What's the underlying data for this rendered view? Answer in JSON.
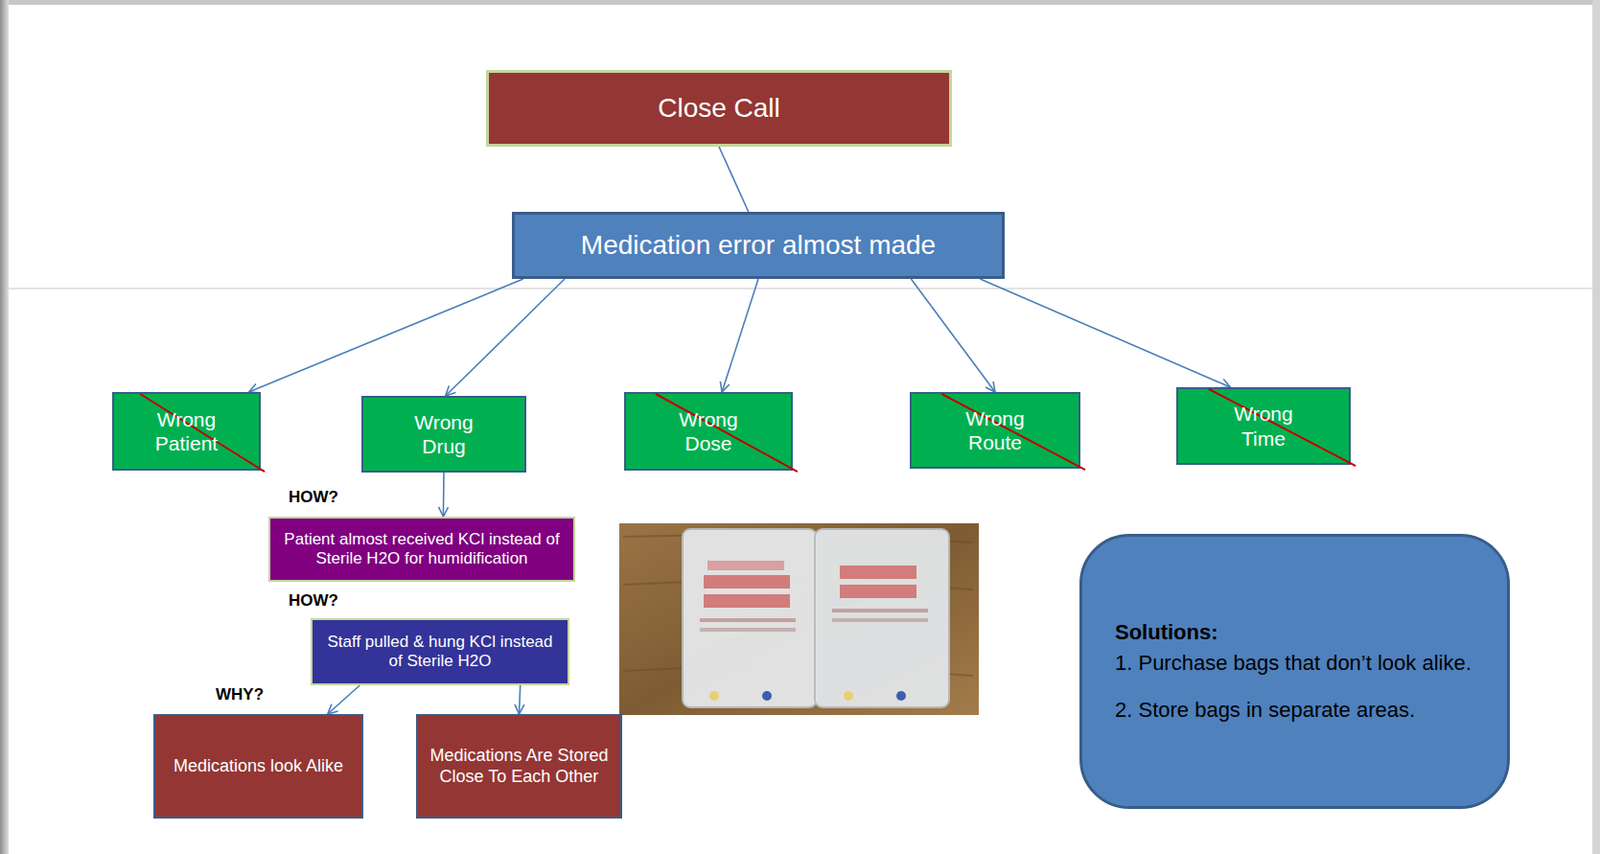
{
  "diagram": {
    "nodes": [
      {
        "text": [
          "Close Call"
        ]
      },
      {
        "text": [
          "Medication error almost made"
        ]
      },
      {
        "text": [
          "Wrong Patient"
        ]
      },
      {
        "text": [
          "Wrong Drug"
        ]
      },
      {
        "text": [
          "Wrong Dose"
        ]
      },
      {
        "text": [
          "Wrong Route"
        ]
      },
      {
        "text": [
          "Wrong Time"
        ]
      },
      {
        "text": [
          "Patient almost received KCl instead of Sterile H2O for humidification"
        ]
      },
      {
        "text": [
          "Staff pulled & hung KCl instead of Sterile H2O"
        ]
      },
      {
        "text": [
          "Medications look Alike"
        ]
      },
      {
        "text": [
          "Medications Are Stored Close To Each Other"
        ]
      },
      {
        "text": [
          "Solutions:",
          "1.  Purchase bags that don’t look alike.",
          "2.  Store bags in separate areas."
        ]
      }
    ],
    "edges": [
      {
        "from": 0,
        "to": 1,
        "arrow": "none"
      },
      {
        "from": 1,
        "to": 2,
        "arrow": "to"
      },
      {
        "from": 1,
        "to": 3,
        "arrow": "to"
      },
      {
        "from": 1,
        "to": 4,
        "arrow": "to"
      },
      {
        "from": 1,
        "to": 5,
        "arrow": "to"
      },
      {
        "from": 1,
        "to": 6,
        "arrow": "to"
      },
      {
        "from": 3,
        "to": 7,
        "arrow": "to"
      },
      {
        "from": 8,
        "to": 9,
        "arrow": "to"
      },
      {
        "from": 8,
        "to": 10,
        "arrow": "to"
      }
    ],
    "labels": [
      "HOW?",
      "HOW?",
      "WHY?"
    ]
  }
}
